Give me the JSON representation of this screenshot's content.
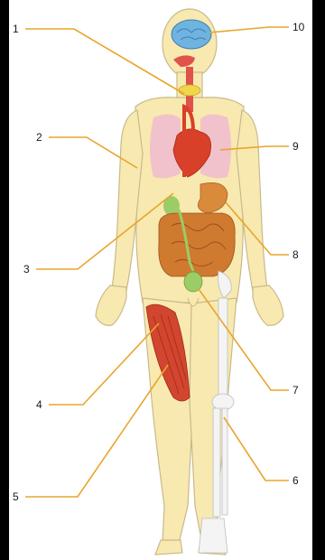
{
  "diagram": {
    "labels": {
      "l1": "1",
      "l2": "2",
      "l3": "3",
      "l4": "4",
      "l5": "5",
      "l6": "6",
      "l7": "7",
      "l8": "8",
      "l9": "9",
      "l10": "10"
    },
    "colors": {
      "skin": "#f8e9b0",
      "outline": "#c9b98a",
      "leader": "#e8a52b",
      "brain": "#6fb3e0",
      "lungs": "#f1c2cc",
      "heart": "#d8402a",
      "stomach": "#d98a3a",
      "intestine": "#cf7a2e",
      "kidney": "#9ccc66",
      "muscle": "#d2452e",
      "bone": "#f4f4f4"
    }
  }
}
